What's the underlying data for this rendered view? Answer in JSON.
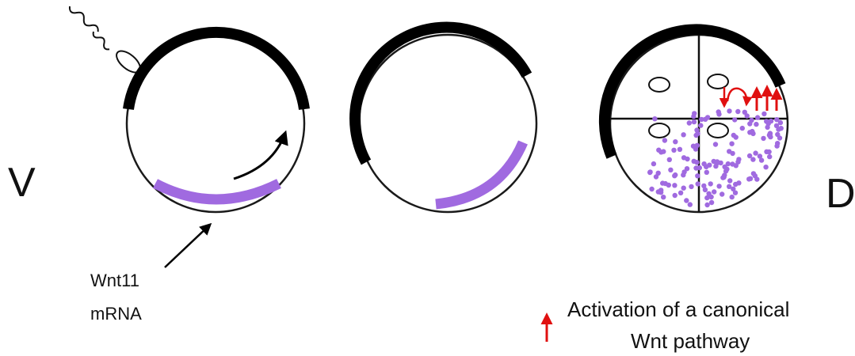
{
  "labels": {
    "left_axis": "V",
    "right_axis": "D",
    "wnt11_line1": "Wnt11",
    "wnt11_line2": "mRNA",
    "legend_line1": "Activation of a canonical",
    "legend_line2": "Wnt pathway"
  },
  "colors": {
    "cortex": "#000000",
    "mrna": "#a06ae0",
    "signal": "#e01010",
    "outline": "#1a1a1a"
  }
}
